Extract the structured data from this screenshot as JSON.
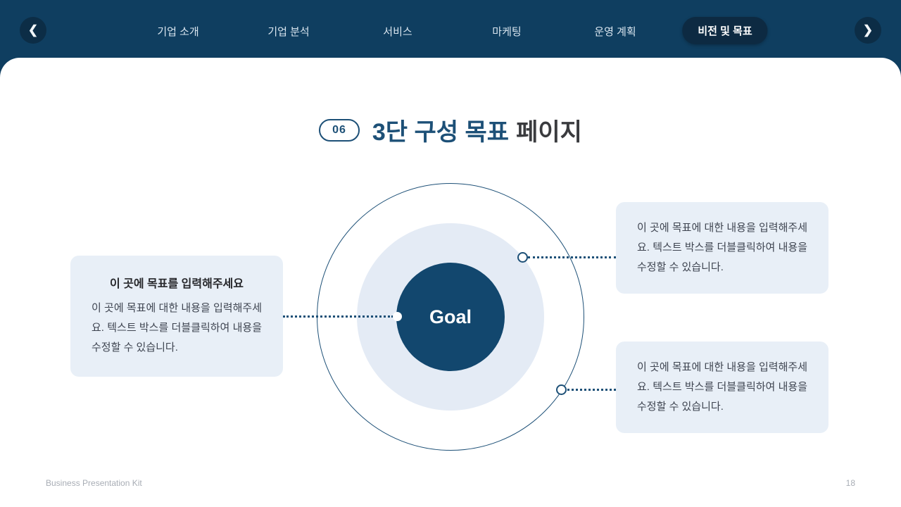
{
  "nav": {
    "prev_label": "❮",
    "next_label": "❯",
    "items": [
      {
        "label": "기업 소개"
      },
      {
        "label": "기업 분석"
      },
      {
        "label": "서비스"
      },
      {
        "label": "마케팅"
      },
      {
        "label": "운영 계획"
      },
      {
        "label": "비전 및 목표",
        "active": true
      }
    ]
  },
  "header": {
    "badge": "06",
    "title_highlight": "3단 구성 목표",
    "title_rest": "페이지"
  },
  "diagram": {
    "center_label": "Goal"
  },
  "callouts": {
    "left": {
      "title": "이 곳에 목표를 입력해주세요",
      "body": "이 곳에 목표에 대한 내용을 입력해주세요. 텍스트 박스를 더블클릭하여 내용을 수정할 수 있습니다."
    },
    "right_top": {
      "body": "이 곳에 목표에 대한 내용을 입력해주세요. 텍스트 박스를 더블클릭하여 내용을 수정할 수 있습니다."
    },
    "right_bottom": {
      "body": "이 곳에 목표에 대한 내용을 입력해주세요. 텍스트 박스를 더블클릭하여 내용을 수정할 수 있습니다."
    }
  },
  "footer": {
    "brand": "Business Presentation Kit",
    "page_number": "18"
  },
  "colors": {
    "nav_bg": "#0f3e60",
    "nav_active_pill_bg": "#0d2a42",
    "accent_navy": "#1d5077",
    "inner_circle_bg": "#12476e",
    "mid_circle_bg": "#e4ebf5",
    "callout_bg": "#e8eff7",
    "title_rest_color": "#3a3b3e",
    "muted_text": "#a8adb5"
  }
}
